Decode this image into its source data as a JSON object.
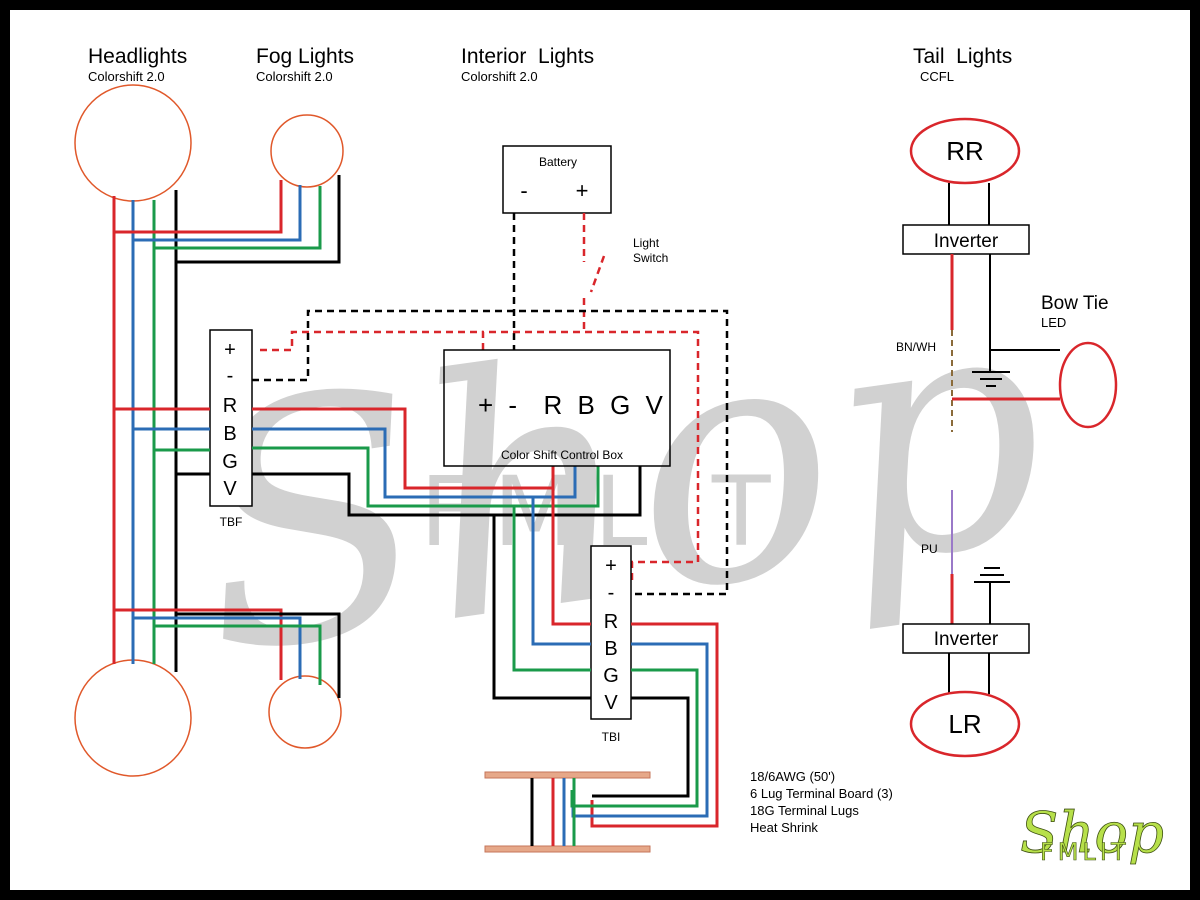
{
  "diagram": {
    "colors": {
      "red_wire": "#d9262b",
      "blue_wire": "#2b6cb5",
      "green_wire": "#1a9a4a",
      "black_wire": "#000000",
      "bulb_outline": "#e0582a",
      "ccfl_outline": "#d9262b",
      "bow_tie_wire": "#8b6b3a",
      "purple_wire": "#9a79c8",
      "board_fill": "#e6a889",
      "watermark": "#c7c7c7",
      "logo_green": "#b7e04a"
    },
    "groups": {
      "headlights": {
        "title": "Headlights",
        "sub": "Colorshift 2.0"
      },
      "fog_lights": {
        "title": "Fog Lights",
        "sub": "Colorshift 2.0"
      },
      "interior_lights": {
        "title": "Interior  Lights",
        "sub": "Colorshift 2.0"
      },
      "tail_lights": {
        "title": "Tail  Lights",
        "sub": "CCFL"
      },
      "bow_tie": {
        "title": "Bow Tie",
        "sub": "LED"
      }
    },
    "battery": {
      "label": "Battery",
      "minus": "-",
      "plus": "+"
    },
    "light_switch": {
      "line1": "Light",
      "line2": "Switch"
    },
    "control_box": {
      "terminals": "+ -  R B G V",
      "label": "Color Shift Control Box"
    },
    "terminal_board_front": {
      "pins": [
        "+",
        "-",
        "R",
        "B",
        "G",
        "V"
      ],
      "label": "TBF"
    },
    "terminal_board_interior": {
      "pins": [
        "+",
        "-",
        "R",
        "B",
        "G",
        "V"
      ],
      "label": "TBI"
    },
    "tail": {
      "rr_label": "RR",
      "lr_label": "LR",
      "inverter_top": "Inverter",
      "inverter_bottom": "Inverter",
      "wire_bn_wh": "BN/WH",
      "wire_pu": "PU"
    },
    "kit_contents": [
      "18/6AWG (50')",
      "6 Lug Terminal Board (3)",
      "18G Terminal Lugs",
      "Heat Shrink"
    ],
    "watermark": {
      "script": "Shop",
      "block": "FMLIT"
    },
    "logo": {
      "script": "Shop",
      "block": "FMLIT"
    }
  }
}
